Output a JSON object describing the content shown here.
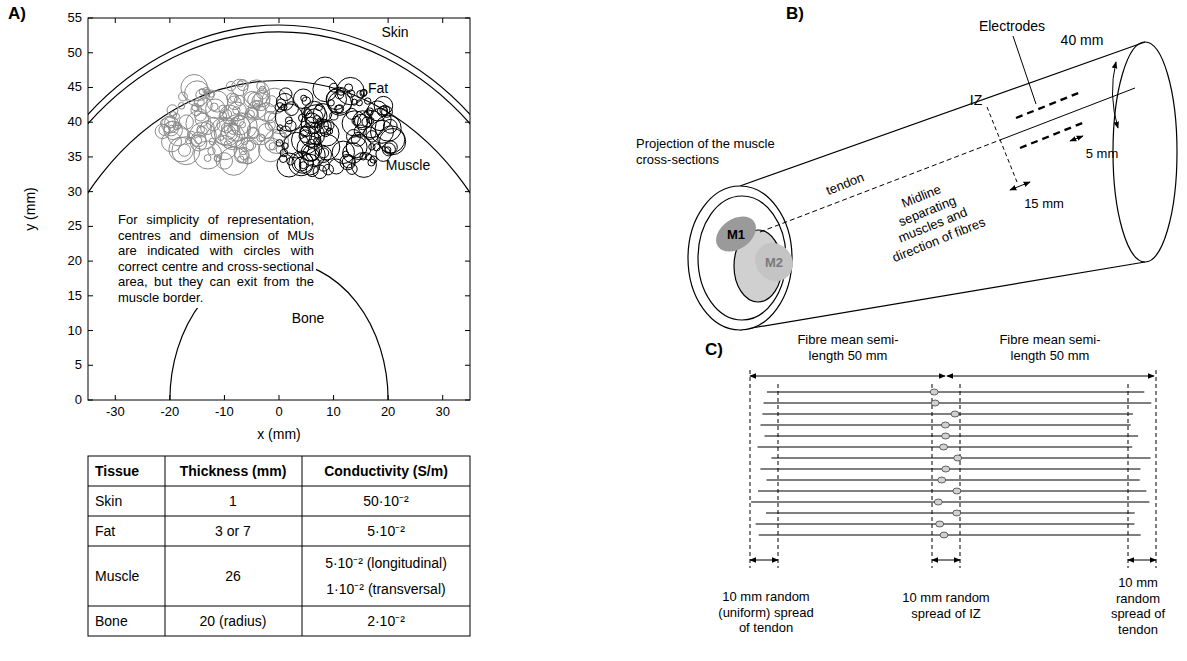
{
  "diagram": {
    "nodes": [
      {
        "text": [
          "M1"
        ]
      },
      {
        "text": [
          "M2"
        ]
      }
    ],
    "labels": [
      "A)",
      "55",
      "50",
      "45",
      "40",
      "35",
      "30",
      "25",
      "20",
      "15",
      "10",
      "5",
      "0",
      "y (mm)",
      "-30",
      "-20",
      "-10",
      "0",
      "10",
      "20",
      "30",
      "x (mm)",
      "Skin",
      "Fat",
      "Muscle",
      "Bone",
      "For simplicity of representation, centres and dimension of MUs are indicated with circles with correct centre and cross-sectional area, but they can exit from the muscle border.",
      "Tissue",
      "Thickness (mm)",
      "Conductivity (S/m)",
      "Skin",
      "1",
      "50·10⁻²",
      "Fat",
      "3 or 7",
      "5·10⁻²",
      "Muscle",
      "26",
      "5·10⁻² (longitudinal)",
      "1·10⁻² (transversal)",
      "Bone",
      "20 (radius)",
      "2·10⁻²",
      "B)",
      "Electrodes",
      "40 mm",
      "Projection of the muscle cross-sections",
      "tendon",
      "IZ",
      "Midline separating muscles and direction of fibres",
      "15 mm",
      "5 mm",
      "C)",
      "Fibre mean semi-length 50 mm",
      "Fibre mean semi-length 50 mm",
      "10 mm random (uniform) spread of tendon",
      "10 mm random spread of IZ",
      "10 mm random spread of tendon"
    ]
  }
}
